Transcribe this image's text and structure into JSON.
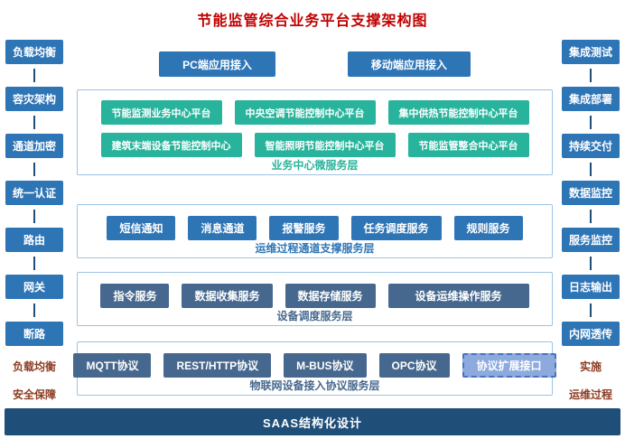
{
  "title": "节能监管综合业务平台支撑架构图",
  "access": {
    "pc": "PC端应用接入",
    "mobile": "移动端应用接入"
  },
  "left_sidebar": {
    "items": [
      "负载均衡",
      "容灾架构",
      "通道加密",
      "统一认证",
      "路由",
      "网关",
      "断路"
    ],
    "footer": [
      "负载均衡",
      "安全保障"
    ]
  },
  "right_sidebar": {
    "items": [
      "集成测试",
      "集成部署",
      "持续交付",
      "数据监控",
      "服务监控",
      "日志输出",
      "内网透传"
    ],
    "footer": [
      "实施",
      "运维过程"
    ]
  },
  "sections": [
    {
      "label": "业务中心微服务层",
      "rows": [
        [
          "节能监测业务中心平台",
          "中央空调节能控制中心平台",
          "集中供热节能控制中心平台"
        ],
        [
          "建筑末端设备节能控制中心",
          "智能照明节能控制中心平台",
          "节能监管整合中心平台"
        ]
      ]
    },
    {
      "label": "运维过程通道支撑服务层",
      "items": [
        "短信通知",
        "消息通道",
        "报警服务",
        "任务调度服务",
        "规则服务"
      ]
    },
    {
      "label": "设备调度服务层",
      "items": [
        "指令服务",
        "数据收集服务",
        "数据存储服务",
        "设备运维操作服务"
      ]
    },
    {
      "label": "物联网设备接入协议服务层",
      "items": [
        "MQTT协议",
        "REST/HTTP协议",
        "M-BUS协议",
        "OPC协议"
      ],
      "dashed_item": "协议扩展接口"
    }
  ],
  "footer_bar": "SAAS结构化设计",
  "colors": {
    "title": "#c00000",
    "blue": "#2e75b6",
    "teal": "#28b49c",
    "slate": "#47688e",
    "navy": "#1f4e79",
    "border": "#9dc3e6",
    "dashedbg": "#8caade",
    "note": "#8c3b22"
  }
}
